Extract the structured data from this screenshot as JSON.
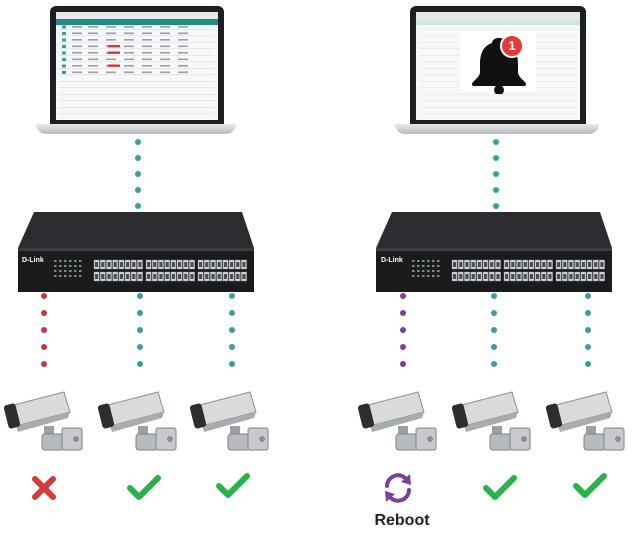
{
  "devices": {
    "switch_brand": "D-Link"
  },
  "notification": {
    "badge_count": "1"
  },
  "status": {
    "reboot_label": "Reboot"
  },
  "colors": {
    "teal_link": "#3a9ea5",
    "red_link": "#c8383d",
    "purple_link": "#7b3fa0",
    "check_green": "#27b34a",
    "cross_red": "#d63a3a",
    "reboot_purple": "#7b3fa0",
    "badge_red": "#e53935"
  }
}
